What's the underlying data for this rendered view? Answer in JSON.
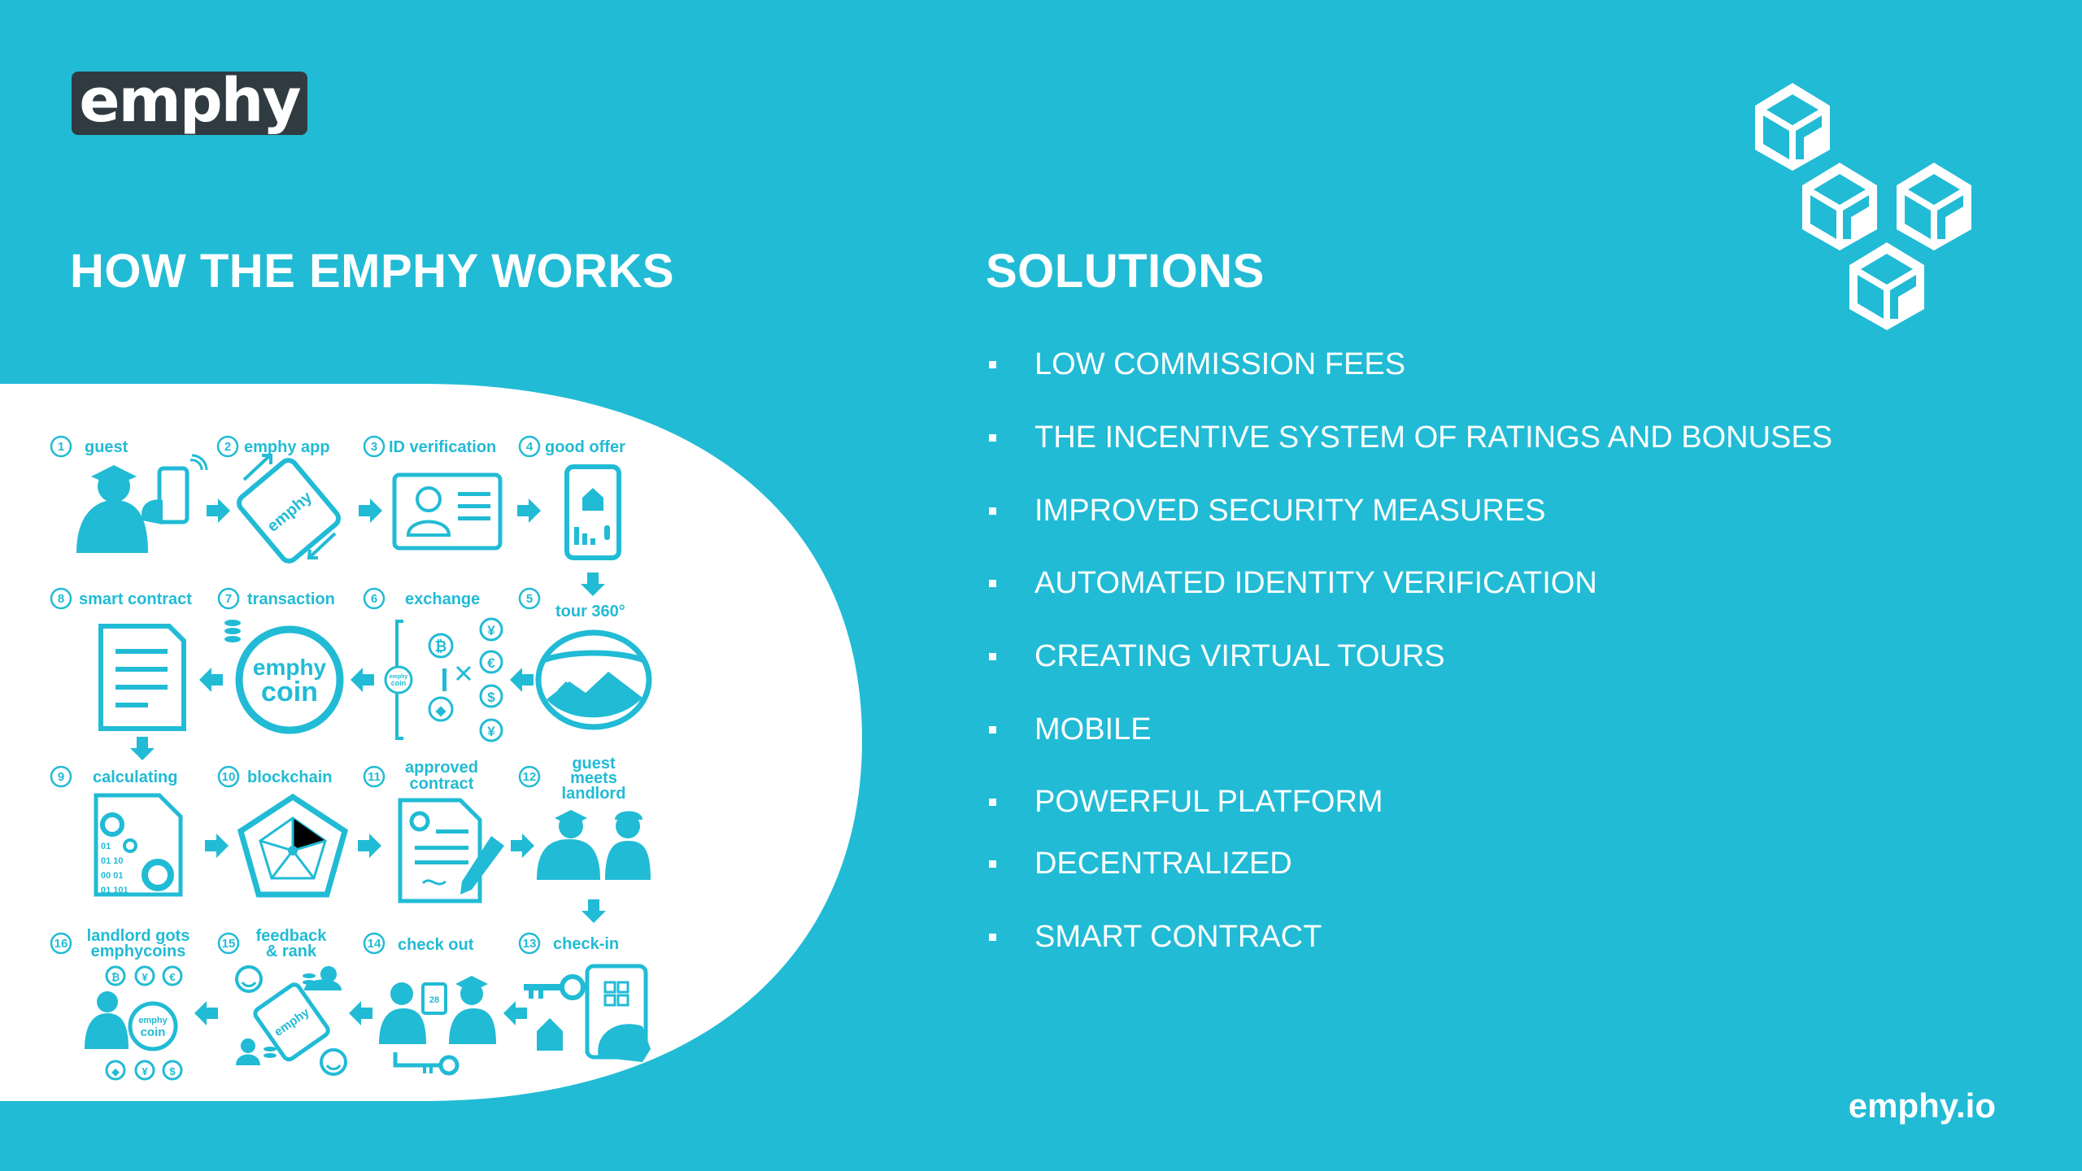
{
  "logo": {
    "text": "emphy"
  },
  "heading_left": "HOW THE EMPHY WORKS",
  "heading_right": "SOLUTIONS",
  "solutions": [
    "LOW COMMISSION FEES",
    "THE INCENTIVE SYSTEM OF RATINGS AND BONUSES",
    "IMPROVED SECURITY MEASURES",
    "AUTOMATED IDENTITY VERIFICATION",
    "CREATING VIRTUAL TOURS",
    "MOBILE",
    "POWERFUL  PLATFORM",
    "DECENTRALIZED",
    "SMART CONTRACT"
  ],
  "steps": {
    "s1": {
      "num": "1",
      "label": "guest"
    },
    "s2": {
      "num": "2",
      "label": "emphy app"
    },
    "s3": {
      "num": "3",
      "label": "ID verification"
    },
    "s4": {
      "num": "4",
      "label": "good offer"
    },
    "s5": {
      "num": "5",
      "label": "tour 360°"
    },
    "s6": {
      "num": "6",
      "label": "exchange"
    },
    "s7": {
      "num": "7",
      "label": "transaction"
    },
    "s8": {
      "num": "8",
      "label": "smart contract"
    },
    "s9": {
      "num": "9",
      "label": "calculating"
    },
    "s10": {
      "num": "10",
      "label": "blockchain"
    },
    "s11": {
      "num": "11",
      "label_1": "approved",
      "label_2": "contract"
    },
    "s12": {
      "num": "12",
      "label_1": "guest",
      "label_2": "meets",
      "label_3": "landlord"
    },
    "s13": {
      "num": "13",
      "label": "check-in"
    },
    "s14": {
      "num": "14",
      "label": "check out"
    },
    "s15": {
      "num": "15",
      "label_1": "feedback",
      "label_2": "& rank"
    },
    "s16": {
      "num": "16",
      "label_1": "landlord gots",
      "label_2": "emphycoins"
    }
  },
  "icon_text": {
    "app": "emphy",
    "coin_1": "emphy",
    "coin_2": "coin",
    "coin_small_1": "emphy",
    "coin_small_2": "coin",
    "binary_1": "01",
    "binary_2": "01 10",
    "binary_3": "00 01",
    "binary_4": "01 101",
    "btc": "₿",
    "yen": "¥",
    "euro": "€",
    "dollar": "$",
    "eth": "◆",
    "sheet_28": "28"
  },
  "footer": {
    "site": "emphy.io"
  },
  "colors": {
    "background": "#21bbd5",
    "panel": "#ffffff",
    "logo_bg": "#2f3b40",
    "icon": "#21bbd5"
  }
}
